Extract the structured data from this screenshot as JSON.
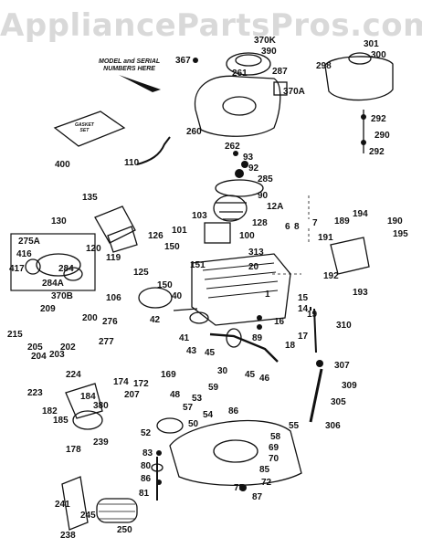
{
  "watermark": "AppliancePartsPros.com",
  "model_note": {
    "line1": "MODEL and SERIAL",
    "line2": "NUMBERS HERE"
  },
  "gasket_label": {
    "line1": "GASKET",
    "line2": "SET"
  },
  "parts": {
    "p370k": "370K",
    "p390": "390",
    "p301": "301",
    "p300": "300",
    "p298": "298",
    "p367": "367",
    "p261": "261",
    "p287": "287",
    "p370a": "370A",
    "p260": "260",
    "p292a": "292",
    "p290": "290",
    "p292b": "292",
    "p262": "262",
    "p93": "93",
    "p92": "92",
    "p285": "285",
    "p110": "110",
    "p400": "400",
    "p90": "90",
    "p135": "135",
    "p130": "130",
    "p12a": "12A",
    "p103": "103",
    "p128": "128",
    "p6": "6",
    "p8": "8",
    "p7": "7",
    "p194": "194",
    "p189": "189",
    "p190": "190",
    "p191": "191",
    "p195": "195",
    "p275a": "275A",
    "p416": "416",
    "p417": "417",
    "p284": "284",
    "p284a": "284A",
    "p120": "120",
    "p119": "119",
    "p126": "126",
    "p101": "101",
    "p100": "100",
    "p150a": "150",
    "p313": "313",
    "p125": "125",
    "p151": "151",
    "p20": "20",
    "p192": "192",
    "p193": "193",
    "p370b": "370B",
    "p106": "106",
    "p150b": "150",
    "p40": "40",
    "p1": "1",
    "p15": "15",
    "p14": "14",
    "p209": "209",
    "p200": "200",
    "p276": "276",
    "p42": "42",
    "p19": "19",
    "p16": "16",
    "p215": "215",
    "p205": "205",
    "p202": "202",
    "p17": "17",
    "p310": "310",
    "p204": "204",
    "p203": "203",
    "p277": "277",
    "p41": "41",
    "p43": "43",
    "p45a": "45",
    "p89": "89",
    "p18": "18",
    "p307": "307",
    "p224": "224",
    "p30": "30",
    "p45b": "45",
    "p46": "46",
    "p174": "174",
    "p172": "172",
    "p169": "169",
    "p309": "309",
    "p223": "223",
    "p184": "184",
    "p207": "207",
    "p48": "48",
    "p59": "59",
    "p305": "305",
    "p182": "182",
    "p380": "380",
    "p53": "53",
    "p57": "57",
    "p54": "54",
    "p86": "86",
    "p185": "185",
    "p306": "306",
    "p178": "178",
    "p239": "239",
    "p52": "52",
    "p50": "50",
    "p55": "55",
    "p58": "58",
    "p69": "69",
    "p83": "83",
    "p70": "70",
    "p80": "80",
    "p85": "85",
    "p72": "72",
    "p86b": "86",
    "p81": "81",
    "p75": "75",
    "p87": "87",
    "p241": "241",
    "p245": "245",
    "p250": "250",
    "p238": "238"
  }
}
